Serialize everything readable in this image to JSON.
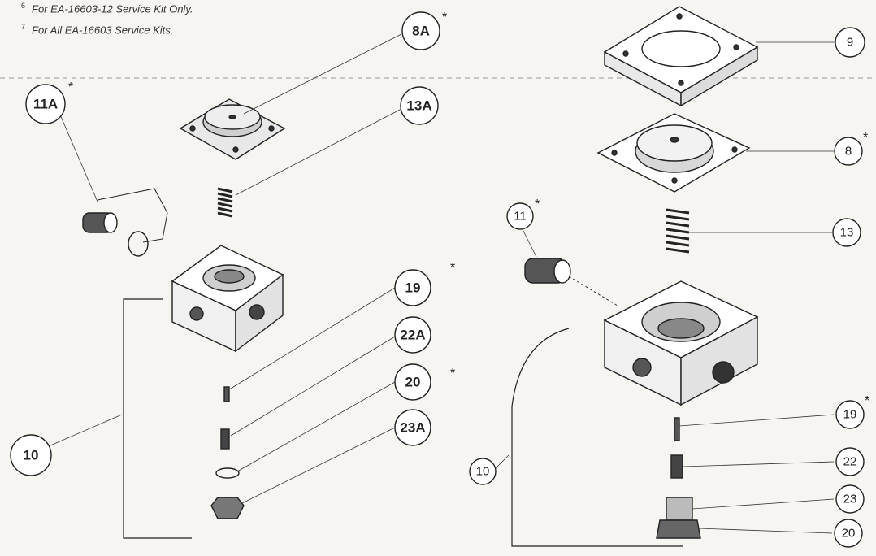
{
  "notes": [
    {
      "sup": "6",
      "text": "For EA-16603-12 Service Kit Only."
    },
    {
      "sup": "7",
      "text": "For All EA-16603 Service Kits."
    }
  ],
  "callouts": {
    "c8A": "8A",
    "c11A": "11A",
    "c13A": "13A",
    "c19L": "19",
    "c22A": "22A",
    "c20L": "20",
    "c23A": "23A",
    "c10L": "10",
    "c9": "9",
    "c8": "8",
    "c11": "11",
    "c13": "13",
    "c10R": "10",
    "c19R": "19",
    "c22": "22",
    "c23": "23",
    "c20R": "20"
  },
  "asterisk": "*"
}
